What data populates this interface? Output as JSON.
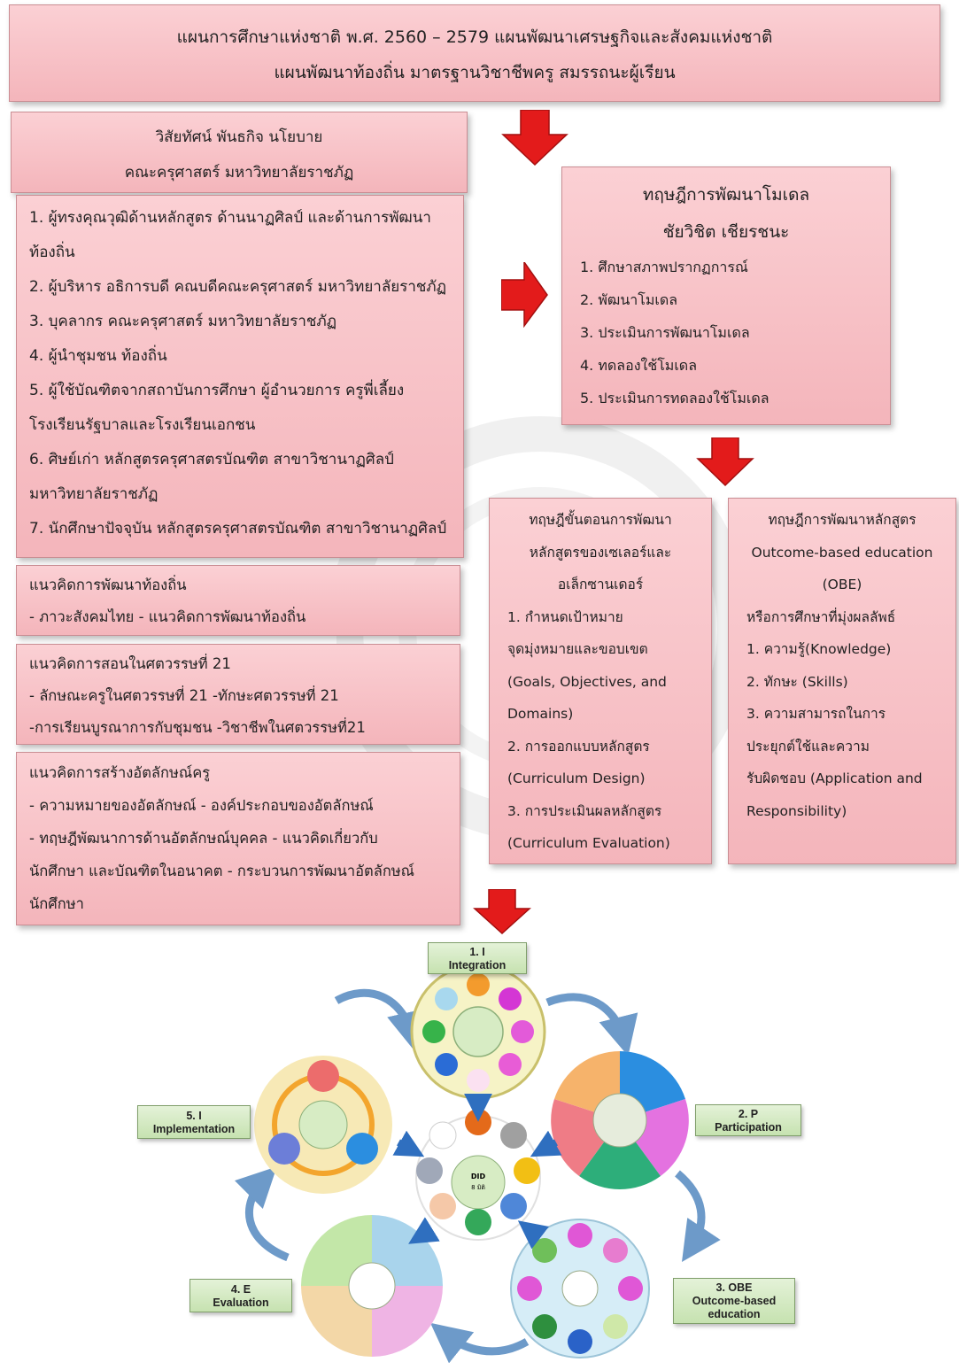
{
  "top_banner": {
    "line1": "แผนการศึกษาแห่งชาติ พ.ศ. 2560 – 2579   แผนพัฒนาเศรษฐกิจและสังคมแห่งชาติ",
    "line2": "แผนพัฒนาท้องถิ่น  มาตรฐานวิชาชีพครู  สมรรถนะผู้เรียน"
  },
  "vision_box": {
    "line1": "วิสัยทัศน์ พันธกิจ นโยบาย",
    "line2": "คณะครุศาสตร์ มหาวิทยาลัยราชภัฏ"
  },
  "stakeholders": [
    "1. ผู้ทรงคุณวุฒิด้านหลักสูตร ด้านนาฏศิลป์ และด้านการพัฒนา",
    "ท้องถิ่น",
    "2. ผู้บริหาร อธิการบดี คณบดีคณะครุศาสตร์ มหาวิทยาลัยราชภัฏ",
    "3. บุคลากร คณะครุศาสตร์ มหาวิทยาลัยราชภัฏ",
    "4. ผู้นำชุมชน ท้องถิ่น",
    "5. ผู้ใช้บัณฑิตจากสถาบันการศึกษา ผู้อำนวยการ ครูพี่เลี้ยง",
    "โรงเรียนรัฐบาลและโรงเรียนเอกชน",
    "6. ศิษย์เก่า หลักสูตรครุศาสตรบัณฑิต สาขาวิชานาฏศิลป์",
    "มหาวิทยาลัยราชภัฏ",
    "7. นักศึกษาปัจจุบัน หลักสูตรครุศาสตรบัณฑิต สาขาวิชานาฏศิลป์"
  ],
  "local_dev": {
    "line1": "แนวคิดการพัฒนาท้องถิ่น",
    "line2": "- ภาวะสังคมไทย    - แนวคิดการพัฒนาท้องถิ่น"
  },
  "teaching21": {
    "line1": "แนวคิดการสอนในศตวรรษที่ 21",
    "line2": "- ลักษณะครูในศตวรรษที่ 21  -ทักษะศตวรรษที่ 21",
    "line3": "-การเรียนบูรณาการกับชุมชน -วิชาชีพในศตวรรษที่21"
  },
  "teacher_identity": {
    "line1": "แนวคิดการสร้างอัตลักษณ์ครู",
    "line2": "- ความหมายของอัตลักษณ์     - องค์ประกอบของอัตลักษณ์",
    "line3": "- ทฤษฎีพัฒนาการด้านอัตลักษณ์บุคคล - แนวคิดเกี่ยวกับ",
    "line4": "นักศึกษา และบัณฑิตในอนาคต  - กระบวนการพัฒนาอัตลักษณ์",
    "line5": "นักศึกษา"
  },
  "model_theory": {
    "title1": "ทฤษฎีการพัฒนาโมเดล",
    "title2": "ชัยวิชิต เชียรชนะ",
    "steps": [
      "1. ศึกษาสภาพปรากฏการณ์",
      "2. พัฒนาโมเดล",
      "3. ประเมินการพัฒนาโมเดล",
      "4. ทดลองใช้โมเดล",
      "5. ประเมินการทดลองใช้โมเดล"
    ]
  },
  "saylor_theory": {
    "title1": "ทฤษฎีขั้นตอนการพัฒนา",
    "title2": "หลักสูตรของเซเลอร์และ",
    "title3": "อเล็กซานเดอร์",
    "lines": [
      "1. กำหนดเป้าหมาย",
      "จุดมุ่งหมายและขอบเขต",
      "(Goals, Objectives, and",
      "Domains)",
      "2. การออกแบบหลักสูตร",
      "(Curriculum Design)",
      "3. การประเมินผลหลักสูตร",
      "(Curriculum Evaluation)"
    ]
  },
  "obe_theory": {
    "title1": "ทฤษฎีการพัฒนาหลักสูตร",
    "title2": "Outcome-based education",
    "title3": "(OBE)",
    "title4": "หรือการศึกษาที่มุ่งผลลัพธ์",
    "lines": [
      "1. ความรู้(Knowledge)",
      "2. ทักษะ (Skills)",
      "3. ความสามารถในการ",
      "ประยุกต์ใช้และความ",
      "รับผิดชอบ (Application and",
      "Responsibility)"
    ]
  },
  "model_tags": {
    "integration": [
      "1. I",
      "Integration"
    ],
    "participation": [
      "2. P",
      "Participation"
    ],
    "obe": [
      "3. OBE",
      "Outcome-based",
      "education"
    ],
    "evaluation": [
      "4. E",
      "Evaluation"
    ],
    "implementation": [
      "5. I",
      "Implementation"
    ]
  },
  "center_hub": {
    "line1": "DID",
    "line2": "8 มิติ"
  },
  "colors": {
    "box_pink": "#f7c3c8",
    "arrow_red": "#e31b1b",
    "tag_green": "#d5eac4",
    "cycle_arrow_blue": "#6d9ac9"
  }
}
